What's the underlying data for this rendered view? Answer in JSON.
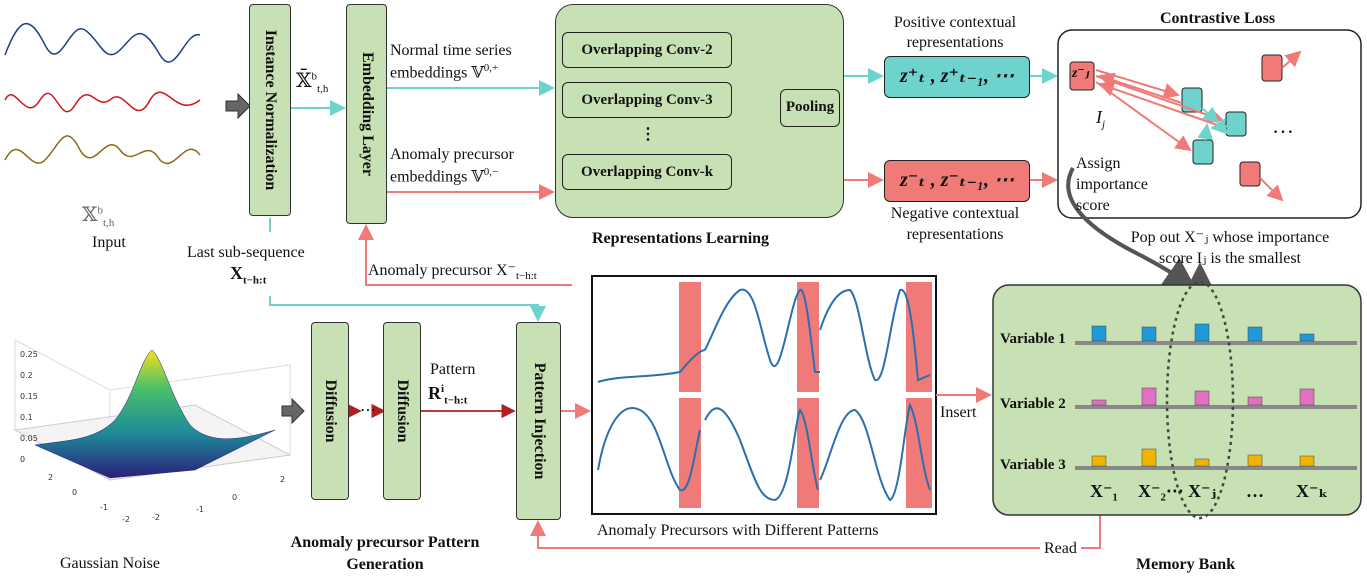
{
  "input": {
    "var_label": "𝕏",
    "label": "Input"
  },
  "instance_norm": {
    "label": "Instance Normalization",
    "out_label": "𝕏̄"
  },
  "embedding": {
    "label": "Embedding Layer"
  },
  "normal_emb": {
    "line1": "Normal time series",
    "line2": "embeddings 𝕍"
  },
  "anomaly_emb": {
    "line1": "Anomaly precursor",
    "line2": "embeddings 𝕍"
  },
  "convs": [
    "Overlapping Conv-2",
    "Overlapping Conv-3",
    "⋮",
    "Overlapping Conv-k"
  ],
  "pooling": "Pooling",
  "rep_learning": "Representations Learning",
  "positive": {
    "line1": "Positive contextual",
    "line2": "representations",
    "box": "z⁺ₜ , z⁺ₜ₋₁, ⋯"
  },
  "negative": {
    "line1": "Negative contextual",
    "line2": "representations",
    "box": "z⁻ₜ , z⁻ₜ₋₁, ⋯"
  },
  "contrastive": {
    "title": "Contrastive Loss",
    "zj": "z⁻ⱼ",
    "ij": "I",
    "dots": "…",
    "assign1": "Assign",
    "assign2": "importance",
    "assign3": "score"
  },
  "popout": {
    "line1": "Pop out X⁻ⱼ whose importance",
    "line2": "score Iⱼ is the smallest"
  },
  "last_subseq": {
    "line1": "Last sub-sequence",
    "line2": "X"
  },
  "anomaly_precursor": "Anomaly precursor X⁻",
  "gaussian": "Gaussian Noise",
  "diffusion": [
    "Diffusion",
    "Diffusion"
  ],
  "dots": "⋯",
  "pattern": {
    "line1": "Pattern",
    "line2": "R"
  },
  "pattern_injection": "Pattern Injection",
  "generation": {
    "line1": "Anomaly precursor Pattern",
    "line2": "Generation"
  },
  "precursors_caption": "Anomaly Precursors with Different Patterns",
  "insert": "Insert",
  "read": "Read",
  "memory": {
    "title": "Memory Bank",
    "variables": [
      "Variable 1",
      "Variable 2",
      "Variable 3"
    ],
    "items": [
      "X⁻₁",
      "X⁻₂⋯",
      "X⁻ⱼ",
      "…",
      "X⁻ₖ"
    ],
    "values": [
      [
        0.85,
        0.8,
        0.95,
        0.75,
        0.4
      ],
      [
        0.3,
        0.95,
        0.75,
        0.45,
        0.9
      ],
      [
        0.55,
        0.95,
        0.4,
        0.6,
        0.55
      ]
    ]
  },
  "colors": {
    "green": "#c7e0b4",
    "cyan": "#6fd3cd",
    "red": "#f07a78",
    "darkred": "#b21f1f",
    "blue": "#1f9ad6",
    "pink": "#e070c0",
    "yellow": "#f0b400"
  }
}
